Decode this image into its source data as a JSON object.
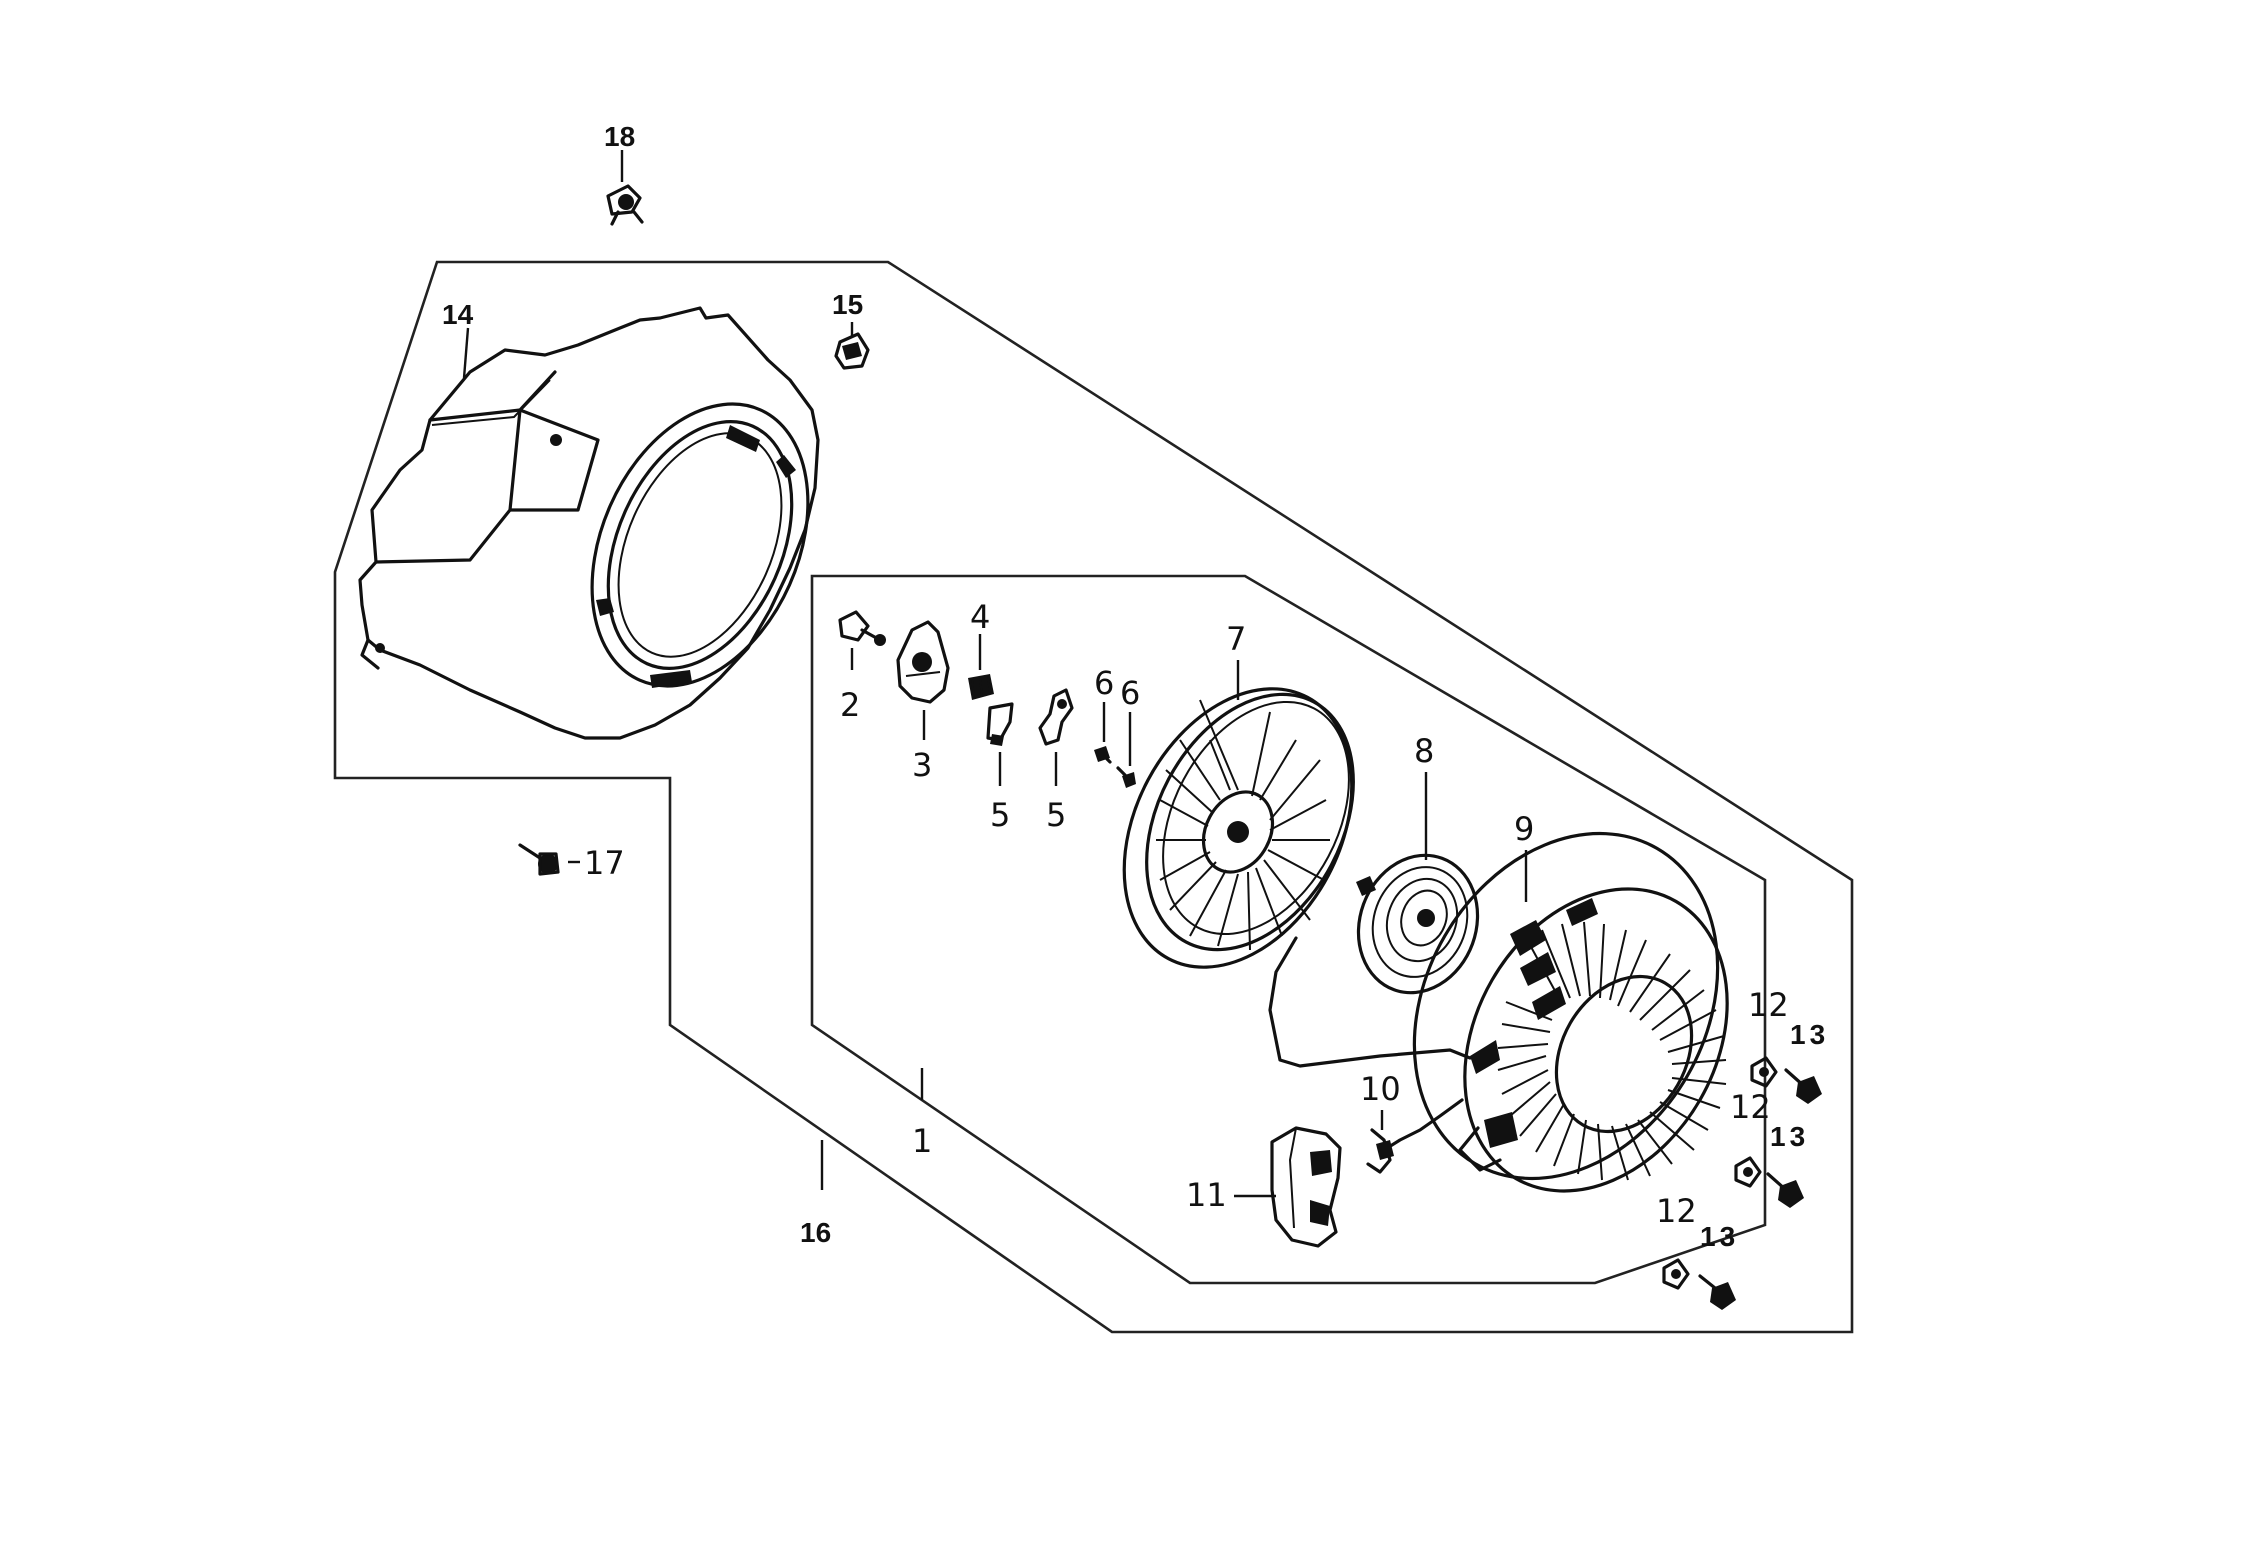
{
  "callouts": {
    "c1": "1",
    "c2": "2",
    "c3": "3",
    "c4": "4",
    "c5a": "5",
    "c5b": "5",
    "c6a": "6",
    "c6b": "6",
    "c7": "7",
    "c8": "8",
    "c9": "9",
    "c10": "10",
    "c11": "11",
    "c12a": "12",
    "c12b": "12",
    "c12c": "12",
    "c13a": "13",
    "c13b": "13",
    "c13c": "13",
    "c14": "14",
    "c15": "15",
    "c16": "16",
    "c17": "17",
    "c18": "18"
  },
  "icons": {
    "fan_cover": "fan-cover-icon",
    "starter_pulley": "starter-pulley-icon",
    "recoil_spring": "recoil-spring-icon",
    "starter_case": "starter-case-icon",
    "starter_grip": "starter-grip-icon"
  }
}
